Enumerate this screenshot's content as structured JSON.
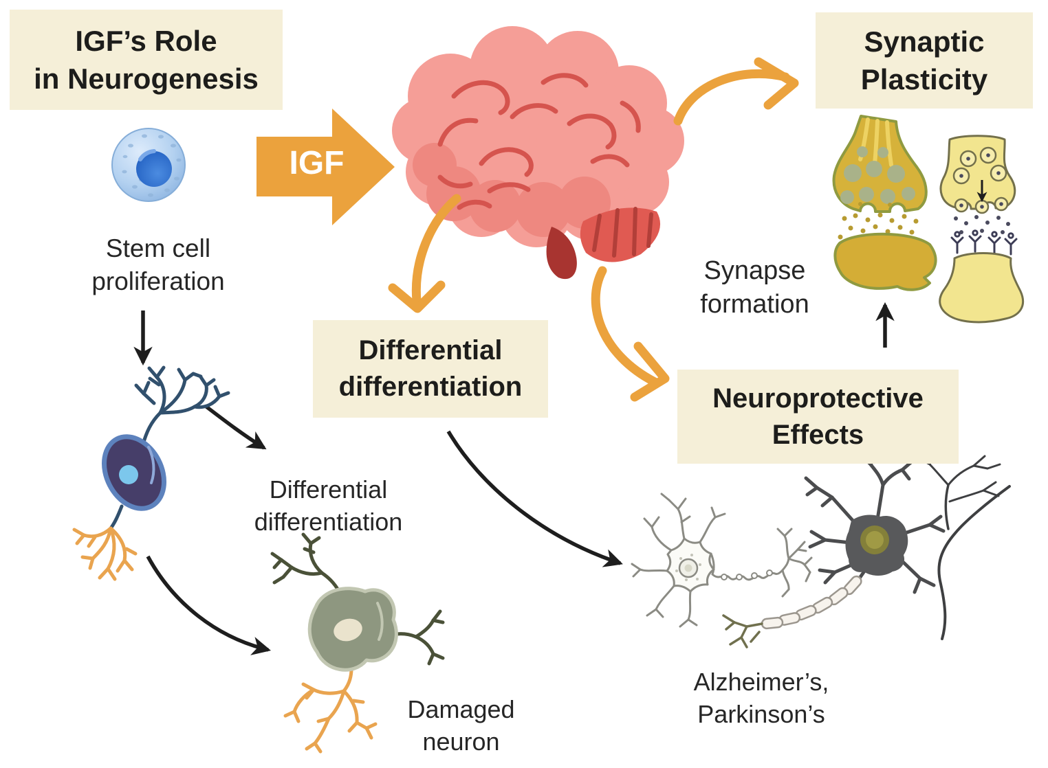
{
  "diagram": {
    "title": "IGF’s Role\nin Neurogenesis",
    "igf_arrow": {
      "label": "IGF"
    },
    "boxes": {
      "synaptic_plasticity": "Synaptic\nPlasticity",
      "differential_differentiation": "Differential\ndifferentiation",
      "neuroprotective_effects": "Neuroprotective\nEffects"
    },
    "captions": {
      "stem_cell": "Stem cell\nproliferation",
      "synapse_formation": "Synapse\nformation",
      "differential_differentiation": "Differential\ndifferentiation",
      "damaged_neuron": "Damaged\nneuron",
      "diseases": "Alzheimer’s,\nParkinson’s"
    },
    "colors": {
      "label_box_bg": "#f5efd8",
      "arrow_orange": "#eba23d",
      "arrow_black": "#1e1e1e",
      "brain_pink": "#f59e97",
      "brain_sulci": "#d5544e",
      "synapse_gold": "#d6b23a",
      "synapse_pale": "#f2e58f",
      "stem_cell_blue": "#aecdf0",
      "neuron_navy": "#31506d",
      "neuron_orange": "#e9a44f",
      "damaged_olive": "#8e9780",
      "healthy_gray": "#58595b",
      "text": "#262626"
    }
  }
}
